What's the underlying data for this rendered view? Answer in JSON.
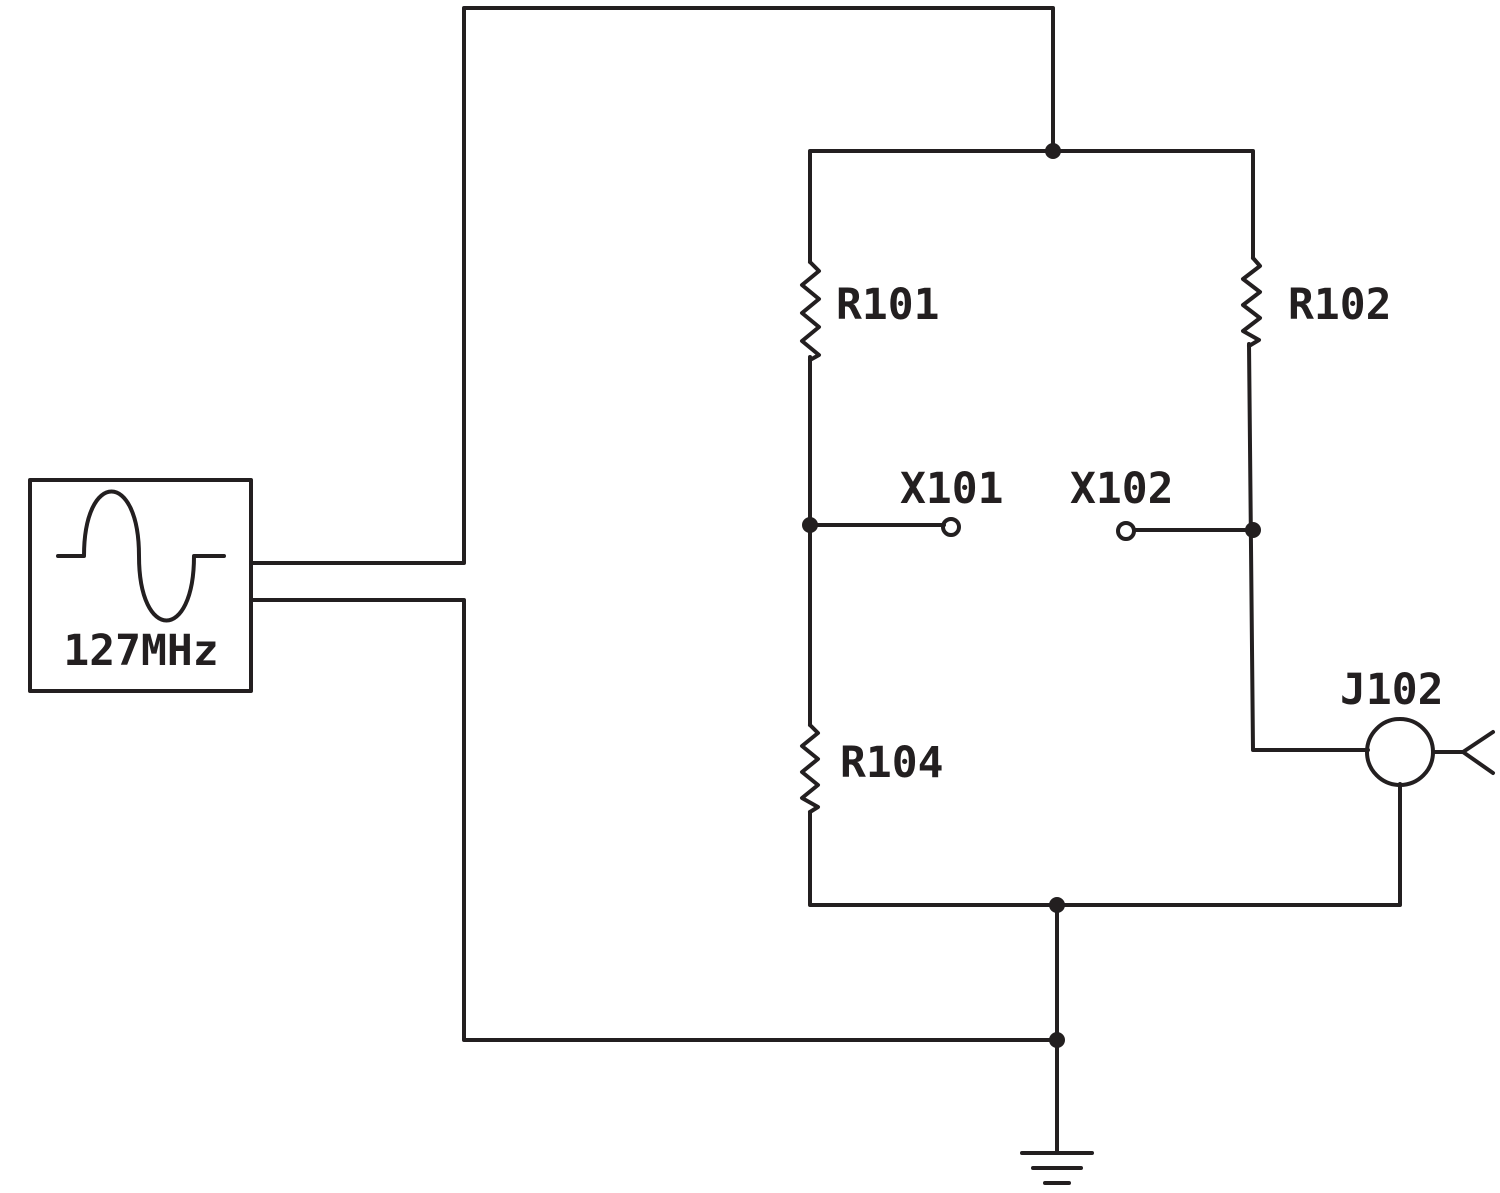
{
  "source": {
    "frequency_label": "127MHz",
    "icon": "sine-wave-icon"
  },
  "components": {
    "r101": "R101",
    "r102": "R102",
    "r104": "R104",
    "x101": "X101",
    "x102": "X102",
    "j102": "J102"
  },
  "colors": {
    "ink": "#231f20",
    "background": "#ffffff"
  }
}
